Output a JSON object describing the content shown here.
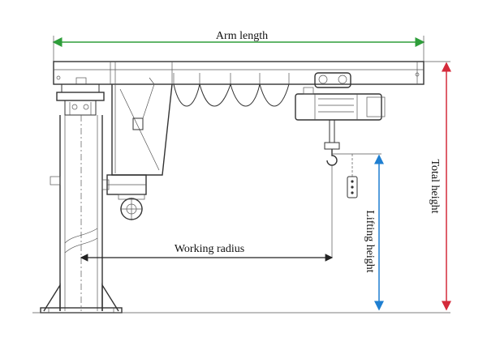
{
  "labels": {
    "arm_length": "Arm length",
    "working_radius": "Working radius",
    "lifting_height": "Lifting height",
    "total_height": "Total height"
  },
  "colors": {
    "arm_length_arrow": "#2e9e3a",
    "lifting_height_arrow": "#1f7fd1",
    "total_height_arrow": "#d42a3a",
    "working_radius_arrow": "#222222",
    "linework": "#333333"
  }
}
